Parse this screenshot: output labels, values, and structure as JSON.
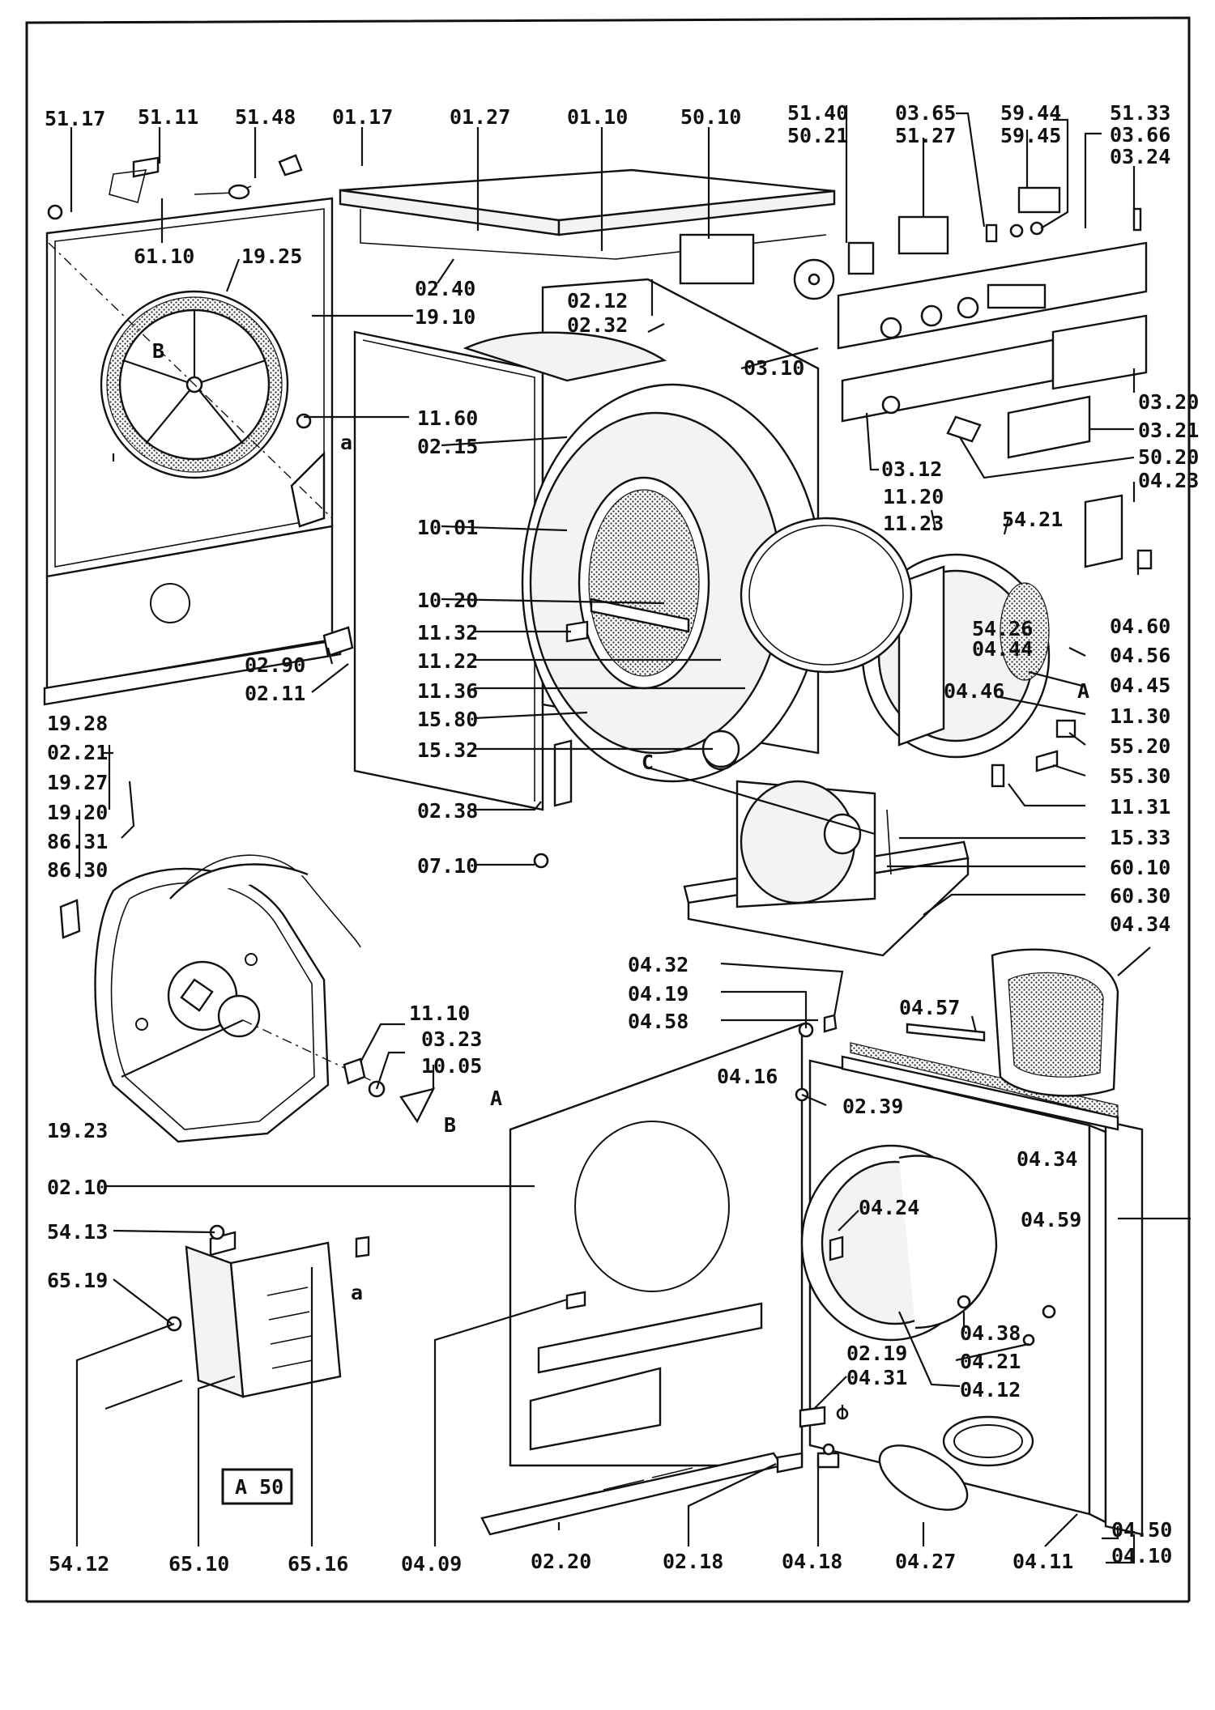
{
  "sheet_code": "A 50",
  "labels": {
    "l5117": "51.17",
    "l5111": "51.11",
    "l5148": "51.48",
    "l0117": "01.17",
    "l0127": "01.27",
    "l0110": "01.10",
    "l5010": "50.10",
    "l5140": "51.40",
    "l5021": "50.21",
    "l0365": "03.65",
    "l5127": "51.27",
    "l5944": "59.44",
    "l5945": "59.45",
    "l5133": "51.33",
    "l0366": "03.66",
    "l0324": "03.24",
    "l6110": "61.10",
    "l1925": "19.25",
    "l0240": "02.40",
    "l1910": "19.10",
    "l0212": "02.12",
    "l0232": "02.32",
    "l0310": "03.10",
    "l0320": "03.20",
    "l0321": "03.21",
    "l5020": "50.20",
    "l0312": "03.12",
    "l0423": "04.23",
    "l1160": "11.60",
    "l0215": "02.15",
    "l1001": "10.01",
    "l1120": "11.20",
    "l1123": "11.23",
    "l5421": "54.21",
    "l1020": "10.20",
    "l1132": "11.32",
    "l1122": "11.22",
    "l1136": "11.36",
    "l1580": "15.80",
    "l1532": "15.32",
    "l0238": "02.38",
    "l0710": "07.10",
    "l5426": "54.26",
    "l0444": "04.44",
    "l0460": "04.60",
    "l0456": "04.56",
    "l0445": "04.45",
    "l0446": "04.46",
    "l1130": "11.30",
    "l5520": "55.20",
    "l5530": "55.30",
    "l1131": "11.31",
    "l1533": "15.33",
    "l6010": "60.10",
    "l6030": "60.30",
    "l0434a": "04.34",
    "l1928": "19.28",
    "l0221": "02.21",
    "l0290": "02.90",
    "l0211": "02.11",
    "l1927": "19.27",
    "l1920": "19.20",
    "l8631": "86.31",
    "l8630": "86.30",
    "l1923": "19.23",
    "l1110": "11.10",
    "l0323": "03.23",
    "l1005": "10.05",
    "l0432": "04.32",
    "l0419": "04.19",
    "l0458": "04.58",
    "l0457": "04.57",
    "l0416": "04.16",
    "l0239": "02.39",
    "l0434b": "04.34",
    "l0210": "02.10",
    "l0424": "04.24",
    "l0459": "04.59",
    "l5413": "54.13",
    "l6519": "65.19",
    "l0438": "04.38",
    "l0421": "04.21",
    "l0219": "02.19",
    "l0431": "04.31",
    "l0412": "04.12",
    "l5412": "54.12",
    "l6510": "65.10",
    "l6516": "65.16",
    "l0409": "04.09",
    "l0220": "02.20",
    "l0218": "02.18",
    "l0418": "04.18",
    "l0427": "04.27",
    "l0411": "04.11",
    "l0450": "04.50",
    "l0410": "04.10",
    "m_A1": "A",
    "m_A2": "A",
    "m_B1": "B",
    "m_B2": "B",
    "m_C": "C",
    "m_a1": "a",
    "m_a2": "a"
  }
}
